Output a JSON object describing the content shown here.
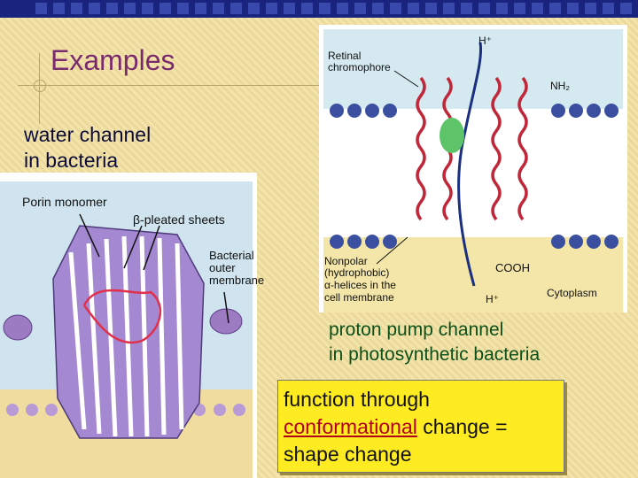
{
  "title": "Examples",
  "water_channel": {
    "line1": "water channel",
    "line2": "in bacteria"
  },
  "porin": {
    "monomer": "Porin monomer",
    "beta_sheets": "β-pleated sheets",
    "outer_membrane": [
      "Bacterial",
      "outer",
      "membrane"
    ]
  },
  "proton_pump": {
    "retinal": [
      "Retinal",
      "chromophore"
    ],
    "nh2": "NH₂",
    "h_plus": "H⁺",
    "nonpolar": [
      "Nonpolar",
      "(hydrophobic)",
      "α-helices in the",
      "cell membrane"
    ],
    "cooh": "COOH",
    "cytoplasm": "Cytoplasm",
    "caption": [
      "proton pump channel",
      "in photosynthetic bacteria"
    ]
  },
  "note": {
    "line1": "function through",
    "underlined": "conformational",
    "rest": " change =",
    "line3": "shape change"
  },
  "colors": {
    "title": "#7a2a6e",
    "caption": "#0b4f1a",
    "note_bg": "#ffeb22",
    "underline_word": "#b3001b"
  }
}
